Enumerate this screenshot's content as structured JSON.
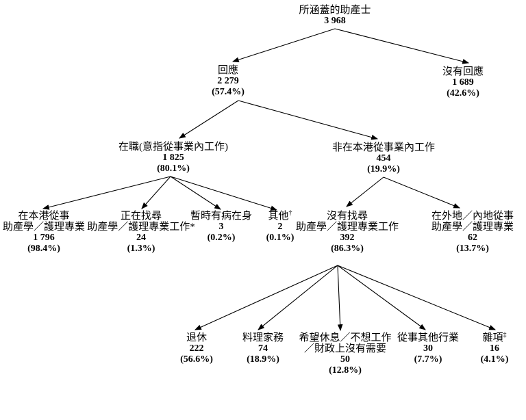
{
  "nodes": {
    "root": {
      "label": "所涵蓋的助產士",
      "value": "3 968"
    },
    "responded": {
      "label": "回應",
      "value": "2 279",
      "percent": "(57.4%)"
    },
    "no_response": {
      "label": "沒有回應",
      "value": "1 689",
      "percent": "(42.6%)"
    },
    "employed": {
      "label": "在職(意指從事業內工作)",
      "value": "1 825",
      "percent": "(80.1%)"
    },
    "not_in_hk_industry": {
      "label": "非在本港從事業內工作",
      "value": "454",
      "percent": "(19.9%)"
    },
    "practising_in_hk": {
      "label1": "在本港從事",
      "label2": "助產學／護理專業",
      "value": "1 796",
      "percent": "(98.4%)"
    },
    "seeking_work": {
      "label1": "正在找尋",
      "label2": "助產學／護理專業工作*",
      "value": "24",
      "percent": "(1.3%)"
    },
    "temporarily_sick": {
      "label": "暫時有病在身",
      "value": "3",
      "percent": "(0.2%)"
    },
    "others": {
      "label": "其他",
      "sup": "†",
      "value": "2",
      "percent": "(0.1%)"
    },
    "not_seeking": {
      "label1": "沒有找尋",
      "label2": "助產學／護理專業工作",
      "value": "392",
      "percent": "(86.3%)"
    },
    "abroad_mainland": {
      "label1": "在外地／內地從事",
      "label2": "助產學／護理專業",
      "value": "62",
      "percent": "(13.7%)"
    },
    "retired": {
      "label": "退休",
      "value": "222",
      "percent": "(56.6%)"
    },
    "housework": {
      "label": "料理家務",
      "value": "74",
      "percent": "(18.9%)"
    },
    "rest_no_need": {
      "label1": "希望休息／不想工作",
      "label2": "／財政上沒有需要",
      "value": "50",
      "percent": "(12.8%)"
    },
    "other_industry": {
      "label": "從事其他行業",
      "value": "30",
      "percent": "(7.7%)"
    },
    "miscellaneous": {
      "label": "雜項",
      "sup": "‡",
      "value": "16",
      "percent": "(4.1%)"
    }
  },
  "edges": [
    {
      "from": "root",
      "to": "responded"
    },
    {
      "from": "root",
      "to": "no_response"
    },
    {
      "from": "responded",
      "to": "employed"
    },
    {
      "from": "responded",
      "to": "not_in_hk_industry"
    },
    {
      "from": "employed",
      "to": "practising_in_hk"
    },
    {
      "from": "employed",
      "to": "seeking_work"
    },
    {
      "from": "employed",
      "to": "temporarily_sick"
    },
    {
      "from": "employed",
      "to": "others"
    },
    {
      "from": "not_in_hk_industry",
      "to": "not_seeking"
    },
    {
      "from": "not_in_hk_industry",
      "to": "abroad_mainland"
    },
    {
      "from": "not_seeking",
      "to": "retired"
    },
    {
      "from": "not_seeking",
      "to": "housework"
    },
    {
      "from": "not_seeking",
      "to": "rest_no_need"
    },
    {
      "from": "not_seeking",
      "to": "other_industry"
    },
    {
      "from": "not_seeking",
      "to": "miscellaneous"
    }
  ],
  "colors": {
    "line": "#000000",
    "background": "#ffffff",
    "text": "#000000"
  }
}
